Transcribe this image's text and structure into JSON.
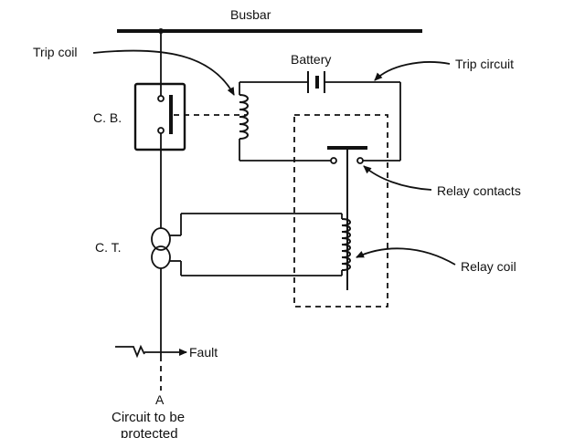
{
  "labels": {
    "busbar": "Busbar",
    "trip_coil": "Trip coil",
    "battery": "Battery",
    "trip_circuit": "Trip circuit",
    "circuit_breaker": "C. B.",
    "relay_contacts": "Relay contacts",
    "current_transformer": "C. T.",
    "relay_coil": "Relay coil",
    "fault": "Fault",
    "point_a": "A",
    "circuit_line1": "Circuit to be",
    "circuit_line2": "protected"
  },
  "colors": {
    "ink": "#111111",
    "background": "#ffffff"
  }
}
